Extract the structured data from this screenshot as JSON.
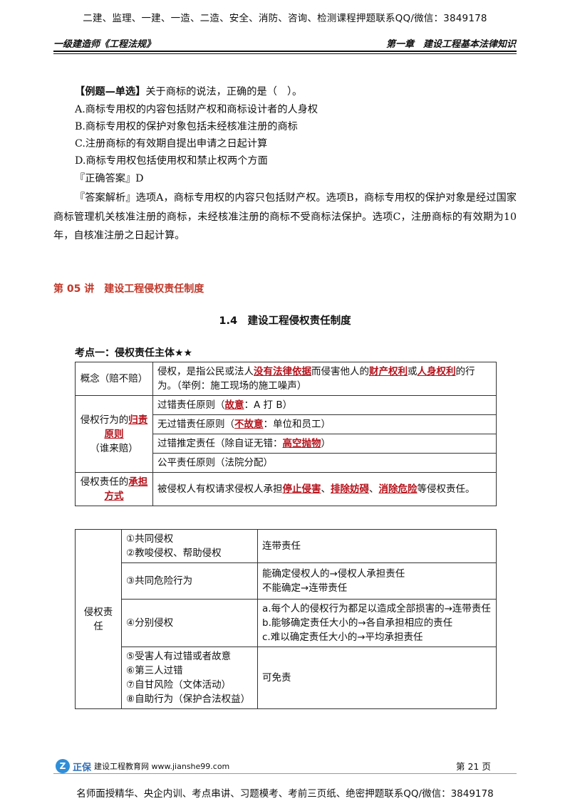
{
  "banner": {
    "top": "二建、监理、一建、一造、二造、安全、消防、咨询、检测课程押题联系QQ/微信：3849178",
    "bottom": "名师面授精华、央企内训、考点串讲、习题模考、考前三页纸、绝密押题联系QQ/微信：3849178"
  },
  "header": {
    "left": "一级建造师《工程法规》",
    "right": "第一章　建设工程基本法律知识"
  },
  "example": {
    "tag": "【例题—单选】",
    "question": "关于商标的说法，正确的是（　）。",
    "options": [
      "A.商标专用权的内容包括财产权和商标设计者的人身权",
      "B.商标专用权的保护对象包括未经核准注册的商标",
      "C.注册商标的有效期自提出申请之日起计算",
      "D.商标专用权包括使用权和禁止权两个方面"
    ],
    "answer": "『正确答案』D",
    "analysis": "『答案解析』选项A，商标专用权的内容只包括财产权。选项B，商标专用权的保护对象是经过国家商标管理机关核准注册的商标，未经核准注册的商标不受商标法保护。选项C，注册商标的有效期为10年，自核准注册之日起计算。"
  },
  "lecture": "第 05 讲　建设工程侵权责任制度",
  "section_title": "1.4　建设工程侵权责任制度",
  "key_point": "考点一：侵权责任主体★★",
  "table1": {
    "concept_label": "概念（赔不赔）",
    "concept_text": {
      "p1": "侵权，是指公民或法人",
      "e1": "没有法律依据",
      "p2": "而侵害他人的",
      "e2": "财产权利",
      "p3": "或",
      "e3": "人身权利",
      "p4": "的行为。（举例：施工现场的施工噪声）"
    },
    "principle_label": {
      "p1": "侵权行为的",
      "e1": "归责原则",
      "p2": "（谁来赔）"
    },
    "principles": [
      {
        "p1": "过错责任原则（",
        "e1": "故意",
        "p2": "：A 打 B）"
      },
      {
        "p1": "无过错责任原则（",
        "e1": "不故意",
        "p2": "：单位和员工）"
      },
      {
        "p1": "过错推定责任（除自证无错：",
        "e1": "高空抛物",
        "p2": "）"
      },
      {
        "p1": "公平责任原则（法院分配）",
        "e1": "",
        "p2": ""
      }
    ],
    "method_label": {
      "p1": "侵权责任的",
      "e1": "承担方式"
    },
    "method_text": {
      "p1": "被侵权人有权请求侵权人承担",
      "e1": "停止侵害",
      "p2": "、",
      "e2": "排除妨碍",
      "p3": "、",
      "e3": "消除危险",
      "p4": "等侵权责任。"
    }
  },
  "table2": {
    "row_label": "侵权责任",
    "rows": [
      {
        "left": [
          "①共同侵权",
          "②教唆侵权、帮助侵权"
        ],
        "right": [
          "连带责任"
        ]
      },
      {
        "left": [
          "③共同危险行为"
        ],
        "right": [
          "能确定侵权人的→侵权人承担责任",
          "不能确定→连带责任"
        ]
      },
      {
        "left": [
          "④分别侵权"
        ],
        "right": [
          "a.每个人的侵权行为都足以造成全部损害的→连带责任",
          "b.能够确定责任大小的→各自承担相应的责任",
          "c.难以确定责任大小的→平均承担责任"
        ]
      },
      {
        "left": [
          "⑤受害人有过错或者故意",
          "⑥第三人过错",
          "⑦自甘风险（文体活动）",
          "⑧自助行为（保护合法权益）"
        ],
        "right": [
          "可免责"
        ]
      }
    ]
  },
  "footer": {
    "logo_mark": "Z",
    "logo_brand": "正保",
    "logo_text": "建设工程教育网 www.jianshe99.com",
    "page": "第 21 页"
  }
}
